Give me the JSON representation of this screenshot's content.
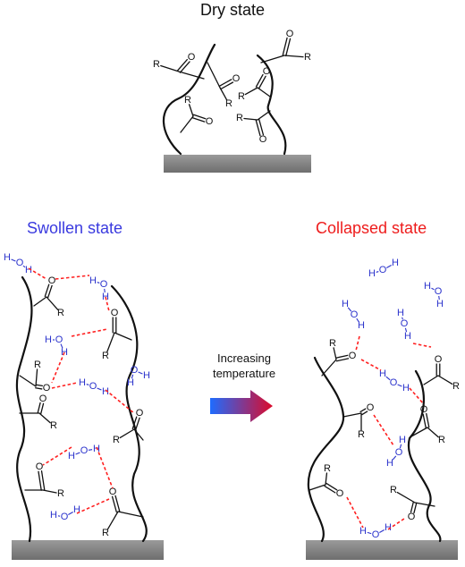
{
  "titles": {
    "dry": "Dry state",
    "swollen": "Swollen state",
    "collapsed": "Collapsed state"
  },
  "arrow": {
    "line1": "Increasing",
    "line2": "temperature"
  },
  "atoms": {
    "oxygen": "O",
    "hydrogen": "H",
    "r_group": "R"
  },
  "colors": {
    "swollen": "#3a3adf",
    "collapsed": "#ee1c1c",
    "water": "#2b33cc",
    "hydrogen_bond": "#ff2020",
    "substrate": "#8a8a8a",
    "arrow_start": "#1e6cff",
    "arrow_end": "#dd0a2a"
  }
}
